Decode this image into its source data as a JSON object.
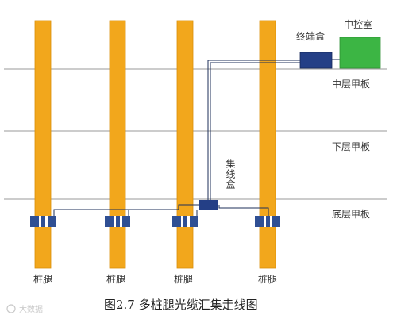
{
  "labels": {
    "terminal_box": "终端盒",
    "control_room": "中控室",
    "middle_deck": "中层甲板",
    "lower_deck": "下层甲板",
    "bottom_deck": "底层甲板",
    "junction_box": "集线盒",
    "pile_leg": "桩腿"
  },
  "caption": "图2.7  多桩腿光缆汇集走线图",
  "watermark": "大数据",
  "colors": {
    "pile": "#f2a71c",
    "pile_edge": "#d98f0a",
    "deck_line": "#9a9a9a",
    "cable": "#1e2f5a",
    "sensor_box": "#2f4f93",
    "terminal_box": "#243f86",
    "control_room": "#3cb544"
  }
}
